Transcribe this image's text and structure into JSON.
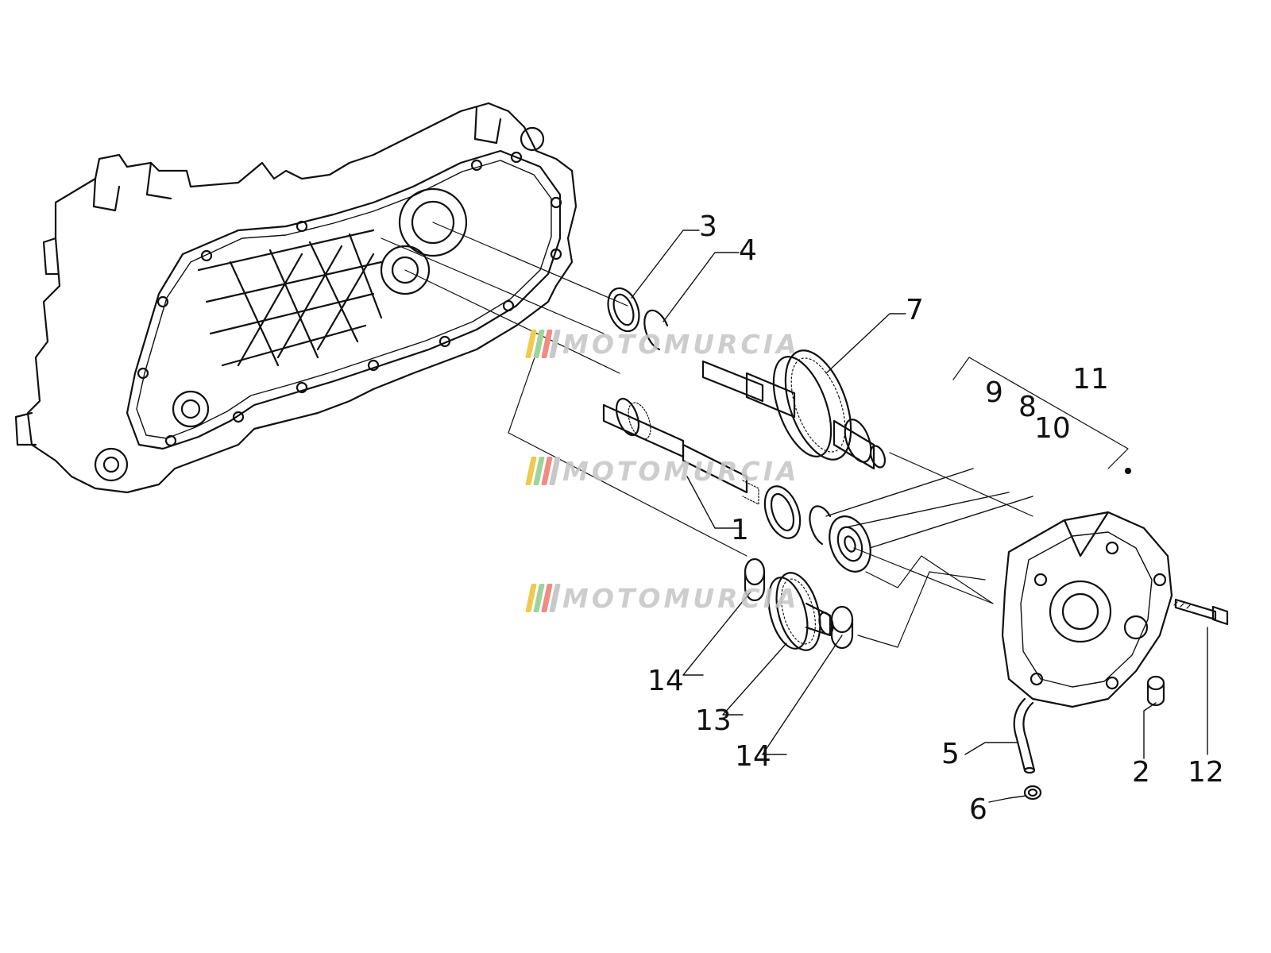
{
  "watermark": {
    "text": "MOTOMURCIA",
    "colors": [
      "#f2c94c",
      "#9fd39b",
      "#f28b82",
      "#c8c8c8"
    ]
  },
  "callouts": [
    "1",
    "2",
    "3",
    "4",
    "5",
    "6",
    "7",
    "8",
    "9",
    "10",
    "11",
    "12",
    "13",
    "14",
    "14"
  ],
  "colors": {
    "line": "#111111",
    "background": "#ffffff"
  }
}
